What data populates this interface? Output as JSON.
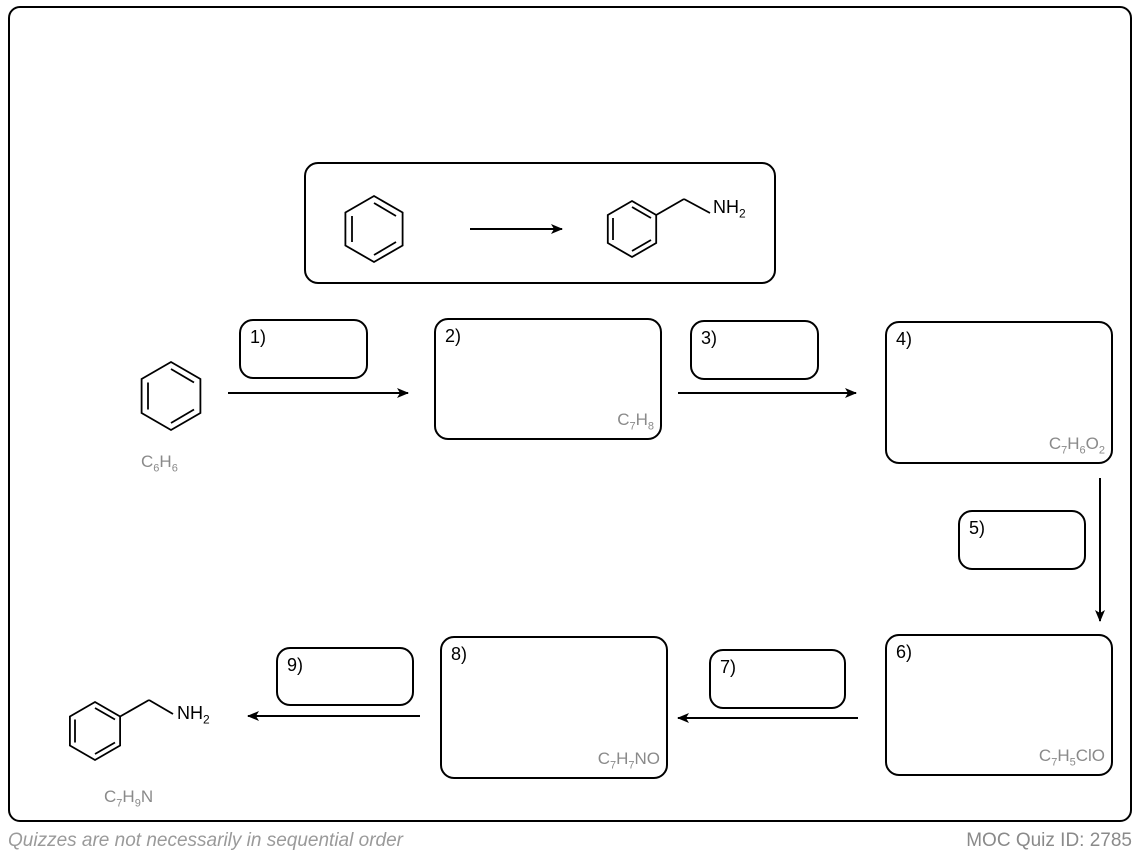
{
  "steps": [
    "1)",
    "2)",
    "3)",
    "4)",
    "5)",
    "6)",
    "7)",
    "8)",
    "9)"
  ],
  "formulas": {
    "start": {
      "pre": "C",
      "a": "6",
      "mid": "H",
      "b": "6",
      "post": ""
    },
    "step2": {
      "pre": "C",
      "a": "7",
      "mid": "H",
      "b": "8",
      "post": ""
    },
    "step4": {
      "pre": "C",
      "a": "7",
      "mid": "H",
      "b": "6",
      "post2": "O",
      "c": "2"
    },
    "step6": {
      "pre": "C",
      "a": "7",
      "mid": "H",
      "b": "5",
      "post": "ClO"
    },
    "step8": {
      "pre": "C",
      "a": "7",
      "mid": "H",
      "b": "7",
      "post": "NO"
    },
    "product": {
      "pre": "C",
      "a": "7",
      "mid": "H",
      "b": "9",
      "post": "N"
    }
  },
  "amine_label": {
    "text": "NH",
    "sub": "2"
  },
  "footer": {
    "note": "Quizzes are not necessarily in sequential order",
    "quiz_id": "MOC Quiz ID: 2785"
  }
}
